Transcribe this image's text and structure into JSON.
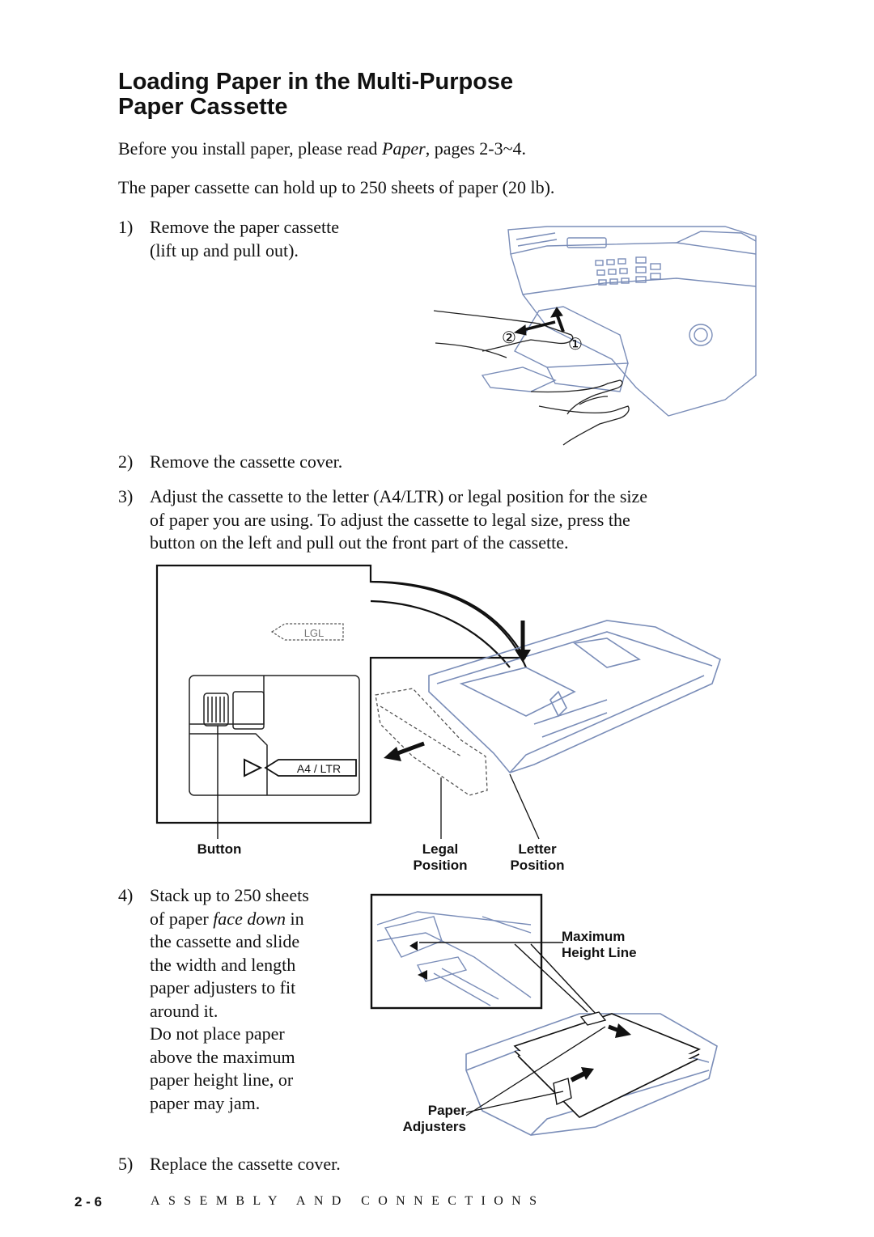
{
  "heading": {
    "line1": "Loading Paper in the Multi-Purpose",
    "line2": "Paper Cassette"
  },
  "intro": {
    "line1_pre": "Before you install paper, please read ",
    "line1_italic": "Paper",
    "line1_post": ", pages 2-3~4.",
    "line2": "The paper cassette can hold up to 250 sheets of paper (20 lb)."
  },
  "steps": {
    "s1": {
      "num": "1)",
      "l1": "Remove the paper cassette",
      "l2": "(lift up and pull out)."
    },
    "s2": {
      "num": "2)",
      "l1": "Remove the cassette cover."
    },
    "s3": {
      "num": "3)",
      "l1": "Adjust the cassette to the letter (A4/LTR) or legal position for the size",
      "l2": "of paper you are using. To adjust the cassette to legal size, press the",
      "l3": "button on the left and pull out the front part of the cassette."
    },
    "s4": {
      "num": "4)",
      "l1": "Stack up to 250 sheets",
      "l2_pre": "of paper ",
      "l2_italic": "face down",
      "l2_post": " in",
      "l3": "the cassette and slide",
      "l4": "the width and length",
      "l5": "paper adjusters to fit",
      "l6": "around it.",
      "l7": "Do not place paper",
      "l8": "above the maximum",
      "l9": "paper height line, or",
      "l10": "paper may jam."
    },
    "s5": {
      "num": "5)",
      "l1": "Replace the cassette cover."
    }
  },
  "figure1": {
    "callout1": "①",
    "callout2": "②"
  },
  "figure2": {
    "lgl_mark": "LGL",
    "a4_mark": "A4 / LTR",
    "button_label": "Button",
    "legal_l1": "Legal",
    "legal_l2": "Position",
    "letter_l1": "Letter",
    "letter_l2": "Position"
  },
  "figure3": {
    "max_l1": "Maximum",
    "max_l2": "Height Line",
    "adj_l1": "Paper",
    "adj_l2": "Adjusters"
  },
  "footer": {
    "page_number": "2 - 6",
    "chapter": "ASSEMBLY AND CONNECTIONS"
  }
}
